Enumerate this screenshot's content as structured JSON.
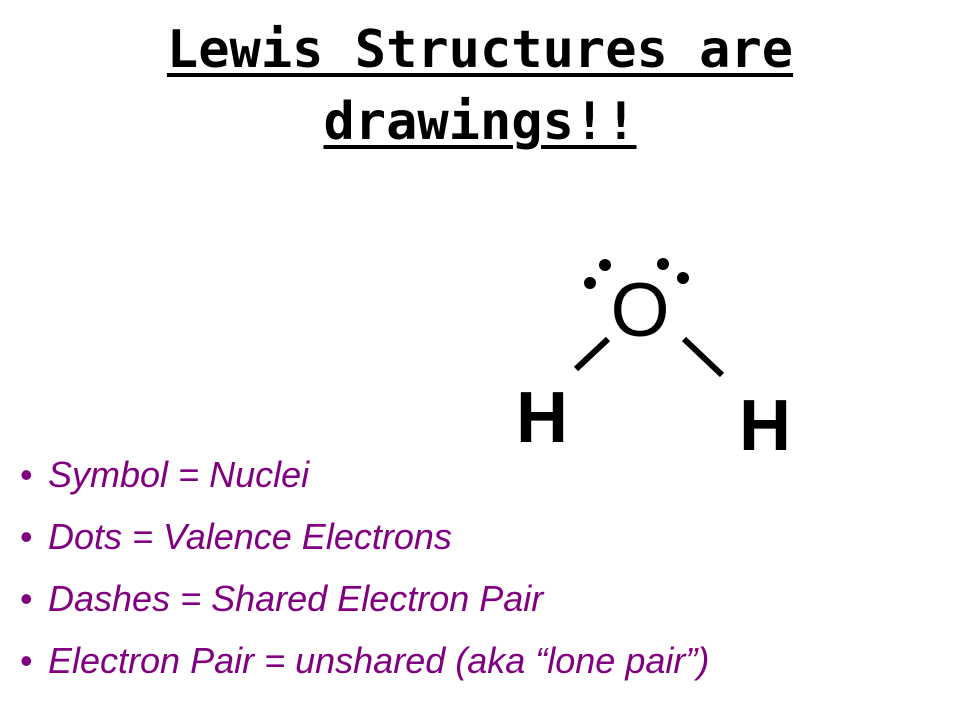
{
  "slide": {
    "title_line1": "Lewis Structures are",
    "title_line2": "drawings!!",
    "title_color": "#000000",
    "text_color": "#800080",
    "bullet_glyph": "•",
    "bullets": [
      "Symbol = Nuclei",
      "Dots = Valence Electrons",
      "Dashes = Shared Electron Pair",
      "Electron Pair = unshared (aka “lone pair”)"
    ],
    "molecule": {
      "center_atom": "O",
      "left_atom": "H",
      "right_atom": "H"
    }
  }
}
